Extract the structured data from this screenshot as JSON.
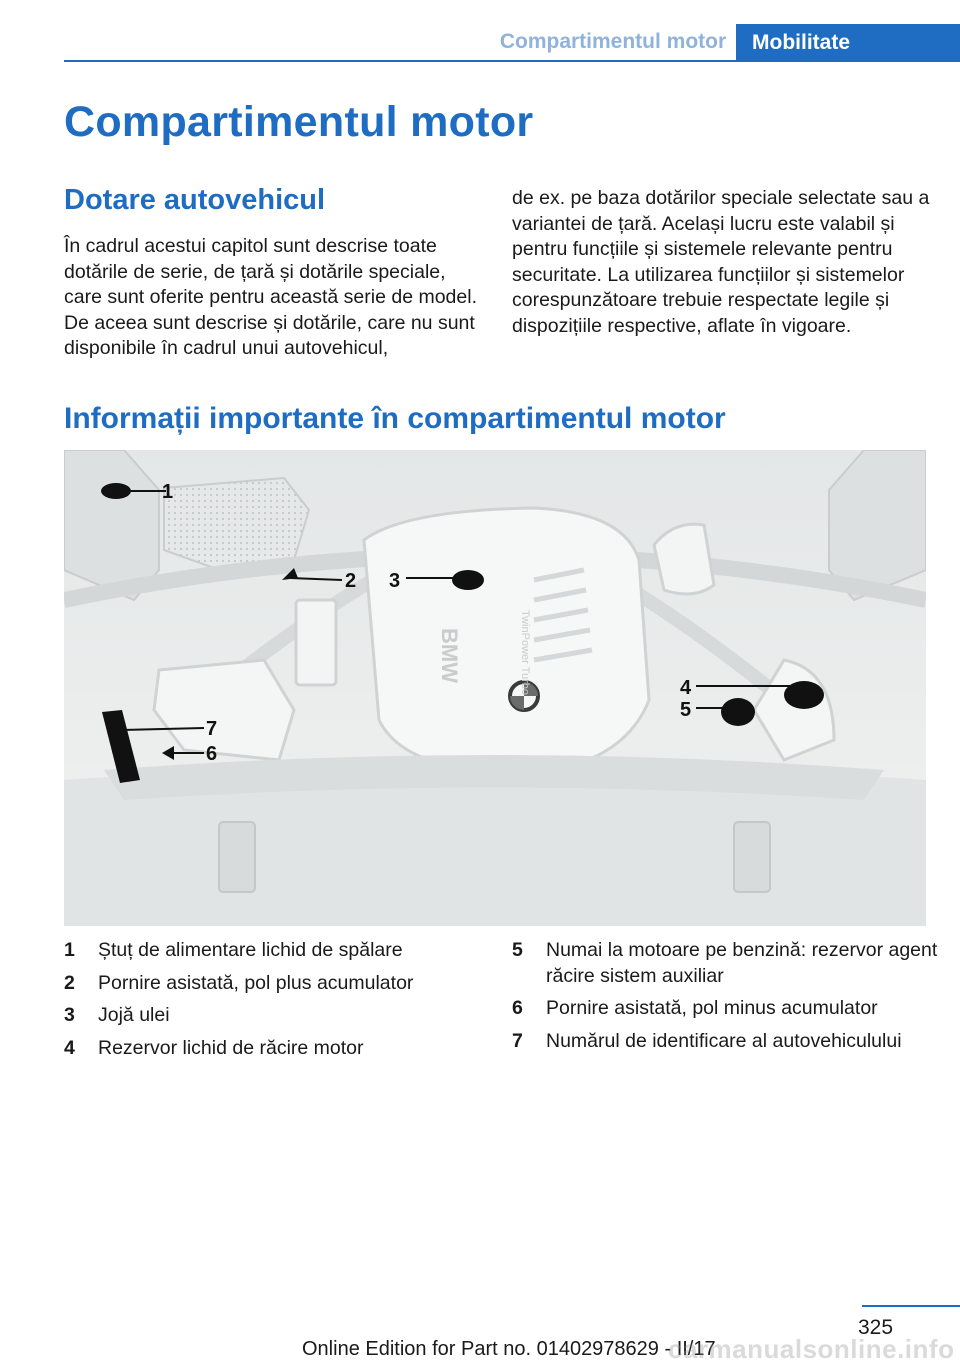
{
  "header": {
    "section_tab": "Compartimentul motor",
    "chapter_tab": "Mobilitate"
  },
  "page_title": "Compartimentul motor",
  "equipment": {
    "heading": "Dotare autovehicul",
    "col1": "În cadrul acestui capitol sunt descrise toate dotările de serie, de țară și dotările speciale, care sunt oferite pentru această serie de mo­del. De aceea sunt descrise și dotările, care nu sunt disponibile în cadrul unui autovehicul,",
    "col2": "de ex. pe baza dotărilor speciale selectate sau a variantei de țară. Același lucru este valabil și pentru funcțiile și sistemele relevante pentru securitate. La utilizarea funcțiilor și sistemelor corespunzătoare trebuie respectate legile și dispozițiile respective, aflate în vigoare."
  },
  "info": {
    "heading": "Informații importante în compartimentul motor"
  },
  "figure": {
    "callouts": [
      "1",
      "2",
      "3",
      "4",
      "5",
      "6",
      "7"
    ],
    "engine_logo": "BMW",
    "engine_label": "TwinPower Turbo"
  },
  "legend": [
    {
      "num": "1",
      "text": "Ștuț de alimentare lichid de spălare"
    },
    {
      "num": "2",
      "text": "Pornire asistată, pol plus acumulator"
    },
    {
      "num": "3",
      "text": "Joјă ulei"
    },
    {
      "num": "4",
      "text": "Rezervor lichid de răcire motor"
    },
    {
      "num": "5",
      "text": "Numai la motoare pe benzină: rezervor agent răcire sistem auxiliar"
    },
    {
      "num": "6",
      "text": "Pornire asistată, pol minus acumulator"
    },
    {
      "num": "7",
      "text": "Numărul de identificare al autovehiculului"
    }
  ],
  "footer": {
    "page_number": "325",
    "edition": "Online Edition for Part no. 01402978629 - II/17",
    "watermark": "carmanualsonline.info"
  },
  "colors": {
    "accent": "#1f6dc2",
    "tab_inactive_text": "#8fb3da",
    "text": "#1a1a1a"
  }
}
